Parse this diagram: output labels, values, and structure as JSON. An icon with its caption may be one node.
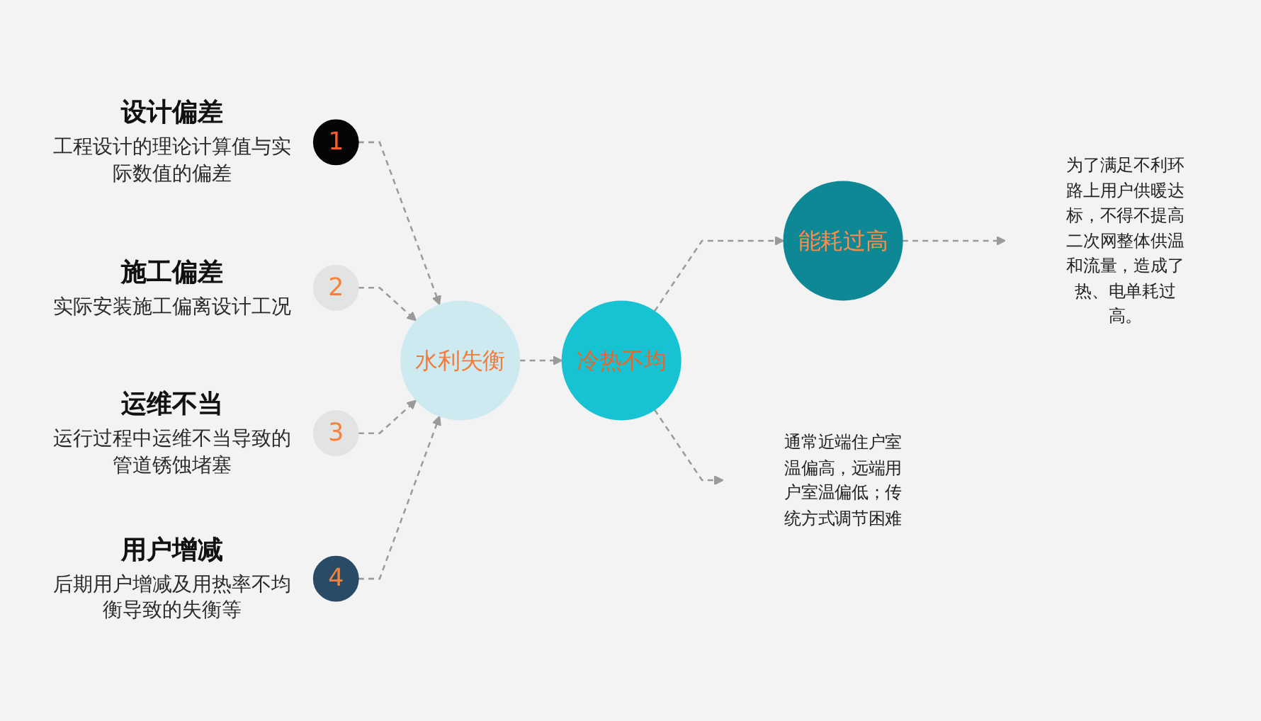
{
  "diagram": {
    "nodes": [
      {
        "text": [
          "1"
        ],
        "beside": [
          "设计偏差",
          "工程设计的理论计算值与实际数值的偏差"
        ]
      },
      {
        "text": [
          "2"
        ],
        "beside": [
          "施工偏差",
          "实际安装施工偏离设计工况"
        ]
      },
      {
        "text": [
          "3"
        ],
        "beside": [
          "运维不当",
          "运行过程中运维不当导致的管道锈蚀堵塞"
        ]
      },
      {
        "text": [
          "4"
        ],
        "beside": [
          "用户增减",
          "后期用户增减及用热率不均衡导致的失衡等"
        ]
      },
      {
        "text": [
          "水利失衡"
        ]
      },
      {
        "text": [
          "冷热不均"
        ]
      },
      {
        "text": [
          "能耗过高"
        ]
      },
      {
        "text": [
          "通常近端住户室温偏高，远端用户室温偏低；传统方式调节困难"
        ]
      },
      {
        "text": [
          "为了满足不利环路上用户供暖达标，不得不提高二次网整体供温和流量，造成了热、电单耗过高。"
        ]
      }
    ],
    "edges": [
      {
        "from": 0,
        "to": 4,
        "arrow": "to",
        "style": "dashed"
      },
      {
        "from": 1,
        "to": 4,
        "arrow": "to",
        "style": "dashed"
      },
      {
        "from": 2,
        "to": 4,
        "arrow": "to",
        "style": "dashed"
      },
      {
        "from": 3,
        "to": 4,
        "arrow": "to",
        "style": "dashed"
      },
      {
        "from": 4,
        "to": 5,
        "arrow": "to",
        "style": "dashed"
      },
      {
        "from": 5,
        "to": 7,
        "arrow": "to",
        "style": "dashed"
      },
      {
        "from": 5,
        "to": 6,
        "arrow": "to",
        "style": "dashed"
      },
      {
        "from": 6,
        "to": 8,
        "arrow": "to",
        "style": "dashed"
      }
    ]
  }
}
